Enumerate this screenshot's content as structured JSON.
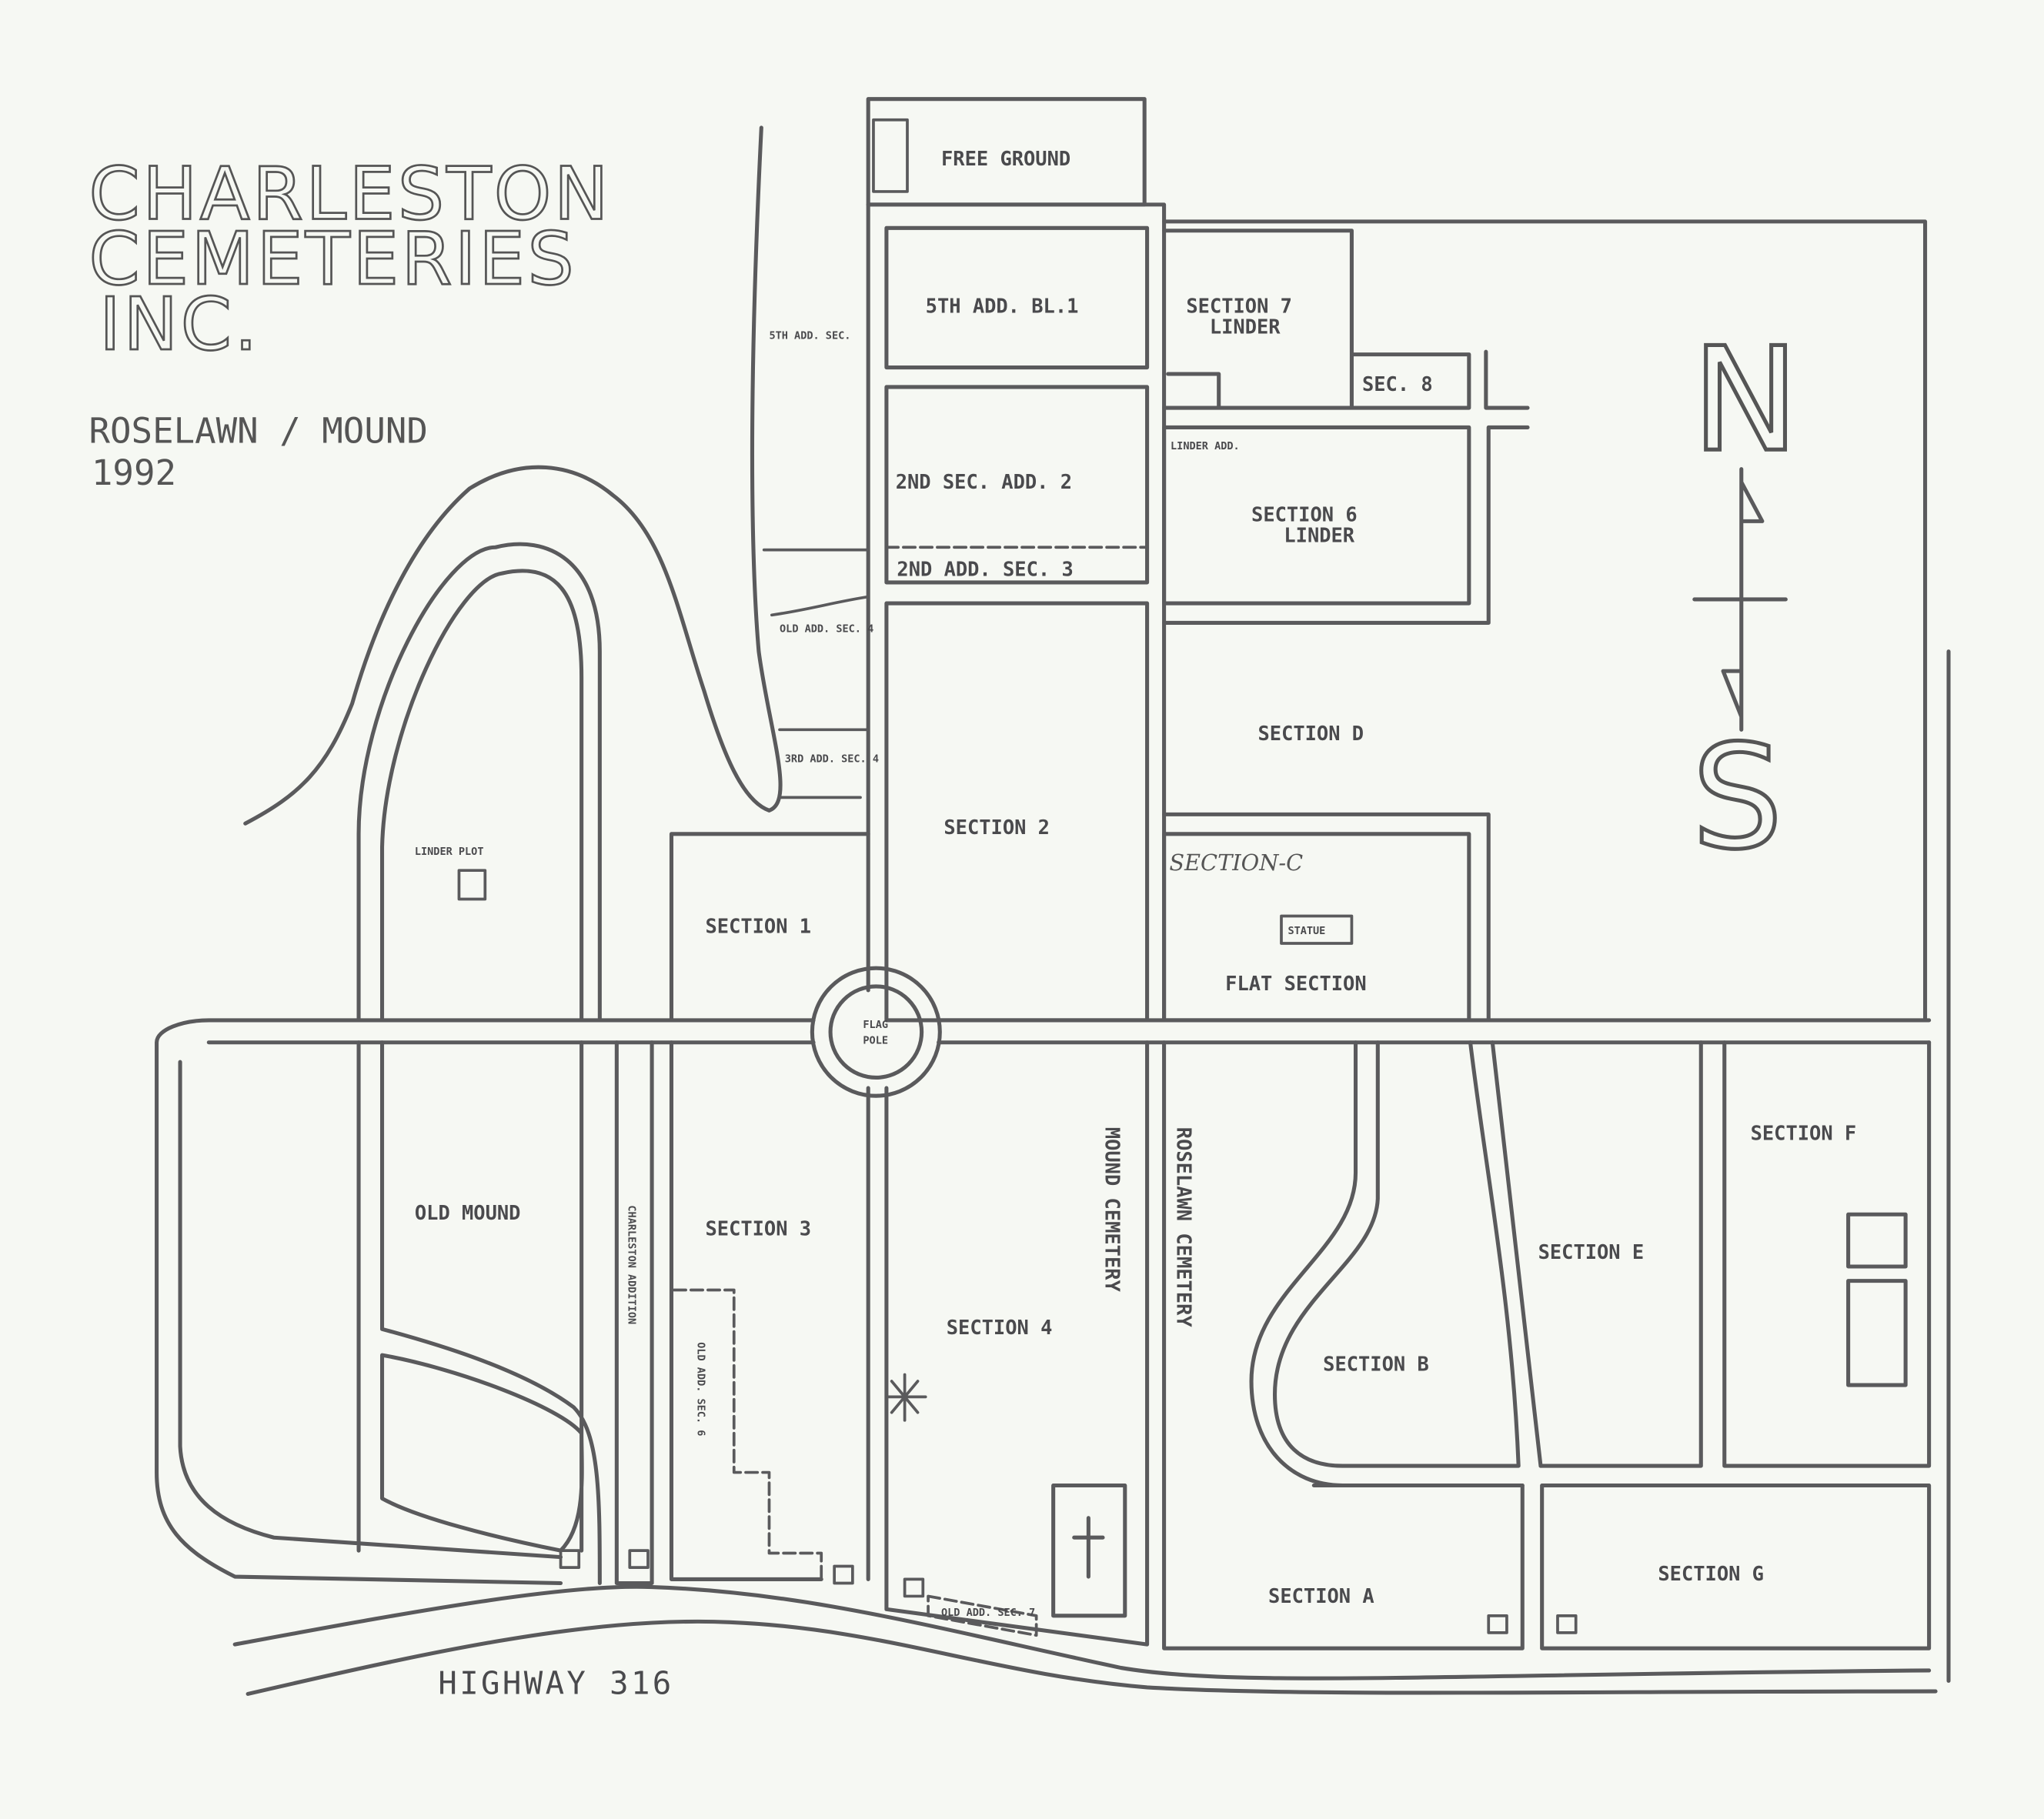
{
  "title": {
    "line1": "CHARLESTON",
    "line2": "CEMETERIES",
    "line3": "INC.",
    "subtitle": "ROSELAWN / MOUND",
    "year": "1992"
  },
  "compass": {
    "north": "N",
    "south": "S"
  },
  "road": {
    "highway": "HIGHWAY 316"
  },
  "sections": {
    "free_ground": "FREE GROUND",
    "fifth_add_bl1": "5TH ADD. BL.1",
    "fifth_add_sec": "5TH ADD. SEC.",
    "section7": "SECTION 7",
    "section7_sub": "LINDER",
    "sec8": "SEC. 8",
    "linder_add": "LINDER ADD.",
    "section6": "SECTION 6",
    "section6_sub": "LINDER",
    "second_sec_add2": "2ND SEC. ADD. 2",
    "second_add_sec3": "2ND ADD. SEC. 3",
    "old_add_sec4": "OLD ADD. SEC. 4",
    "third_add_sec": "3RD ADD. SEC. 4",
    "section_d": "SECTION D",
    "section2": "SECTION 2",
    "section_c": "SECTION-C",
    "statue": "STATUE",
    "flat_section": "FLAT SECTION",
    "linder_plot": "LINDER PLOT",
    "section1": "SECTION 1",
    "flag_pole_1": "FLAG",
    "flag_pole_2": "POLE",
    "old_mound": "OLD MOUND",
    "charleston_addition": "CHARLESTON ADDITION",
    "section3": "SECTION 3",
    "old_add_sec6": "OLD ADD. SEC. 6",
    "section4": "SECTION 4",
    "mound_cemetery": "MOUND CEMETERY",
    "roselawn_cemetery": "ROSELAWN CEMETERY",
    "section_b": "SECTION B",
    "section_e": "SECTION E",
    "section_f": "SECTION F",
    "section_a": "SECTION A",
    "section_g": "SECTION G",
    "old_add_sec7": "OLD ADD. SEC. 7"
  }
}
